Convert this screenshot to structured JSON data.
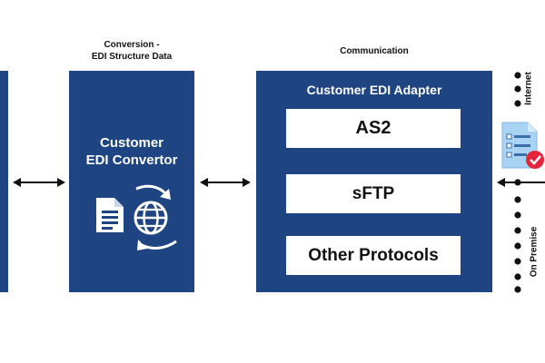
{
  "captions": {
    "conversion_line1": "Conversion -",
    "conversion_line2": "EDI Structure Data",
    "communication": "Communication"
  },
  "convertor": {
    "title_line1": "Customer",
    "title_line2": "EDI Convertor",
    "icons": [
      "document-icon",
      "globe-icon",
      "cycle-arrows-icon"
    ]
  },
  "adapter": {
    "title": "Customer EDI Adapter",
    "protocols": [
      "AS2",
      "sFTP",
      "Other Protocols"
    ]
  },
  "boundary": {
    "top_label": "Internet",
    "bottom_label": "On Premise",
    "icon": "verified-document-icon"
  },
  "colors": {
    "box_blue": "#1e4581",
    "icon_light_blue": "#a9d3f2",
    "check_red": "#e5243b"
  }
}
